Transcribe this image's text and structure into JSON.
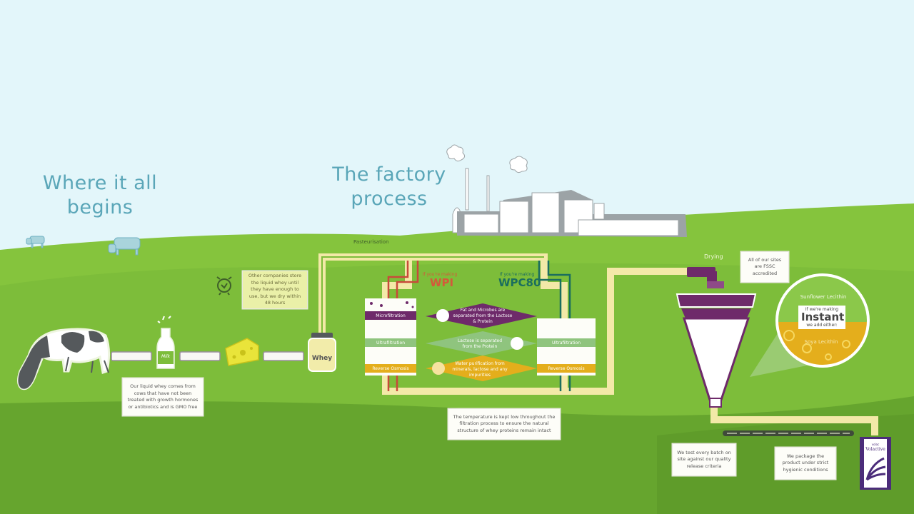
{
  "titles": {
    "where_it_begins": "Where it all begins",
    "where_line1": "Where it all",
    "where_line2": "begins",
    "factory_line1": "The factory",
    "factory_line2": "process"
  },
  "labels": {
    "pasteurisation": "Pasteurisation",
    "drying": "Drying",
    "milk_bottle": "Milk",
    "whey_jar": "Whey"
  },
  "notes": {
    "liquid_whey": "Our liquid whey comes from cows that have not been treated with growth hormones or antibiotics and is GMO free",
    "other_companies": "Other companies store the liquid whey until they have enough to use, but we dry within 48 hours",
    "temperature": "The temperature is kept low throughout the filtration process to ensure the natural structure of whey proteins remain intact",
    "fssc": "All of our sites are FSSC accredited",
    "testing": "We test every batch on site against our quality release criteria",
    "packaging": "We package the product under strict hygienic conditions"
  },
  "wpi": {
    "prefix": "If you're making",
    "name": "WPI"
  },
  "wpc80": {
    "prefix": "If you're making",
    "name": "WPC80"
  },
  "filtration": {
    "stages": [
      {
        "name": "Microfiltration",
        "color": "#6e2a6a",
        "description": "Fat and Microbes are separated from the Lactose & Protein"
      },
      {
        "name": "Ultrafiltration",
        "color": "#8fc47e",
        "description": "Lactose is separated from the Protein"
      },
      {
        "name": "Reverse Osmosis",
        "color": "#e4ae1c",
        "description": "Water purification from minerals, lactose and any impurities"
      }
    ]
  },
  "instant": {
    "option_top": "Sunflower Lecithin",
    "line1": "If we're making",
    "line2": "Instant",
    "line3": "we add either:",
    "option_bottom": "Soya Lecithin"
  },
  "package": {
    "brand_small": "volac",
    "brand": "Volactive"
  },
  "colors": {
    "sky": "#e3f6fa",
    "grass": "#7dbd3a",
    "grass_dark": "#62a02c",
    "pipe": "#f3e9a8",
    "purple": "#6e2a6a",
    "title_blue": "#5aa6b8",
    "wpi_red": "#d35a3a",
    "wpc_teal": "#1b6e5e"
  }
}
